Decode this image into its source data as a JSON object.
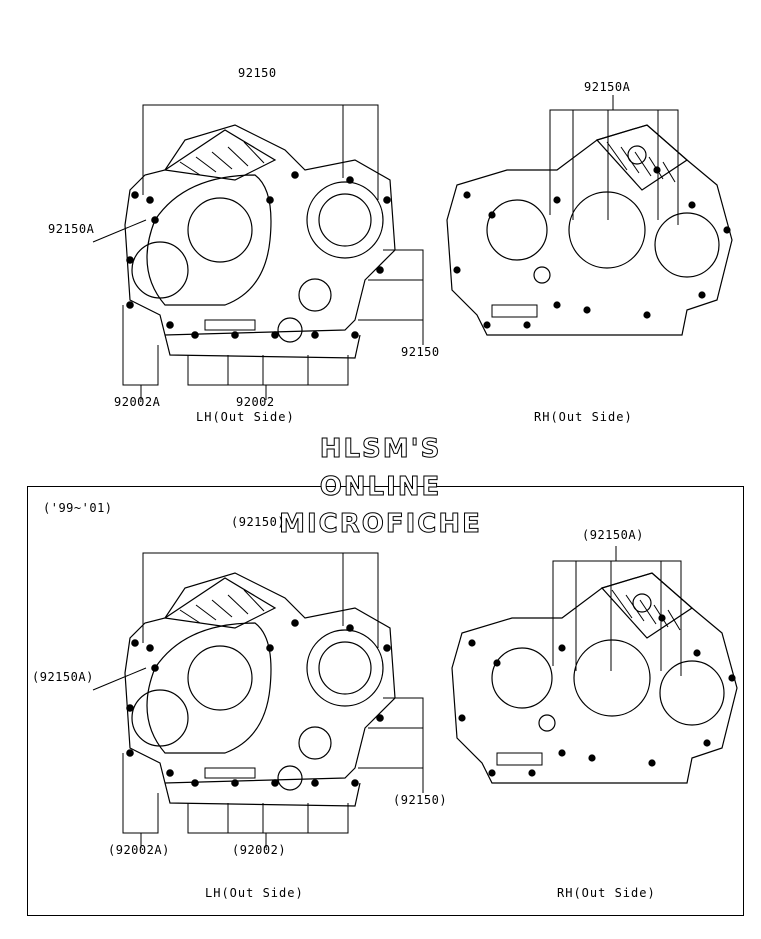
{
  "watermark": {
    "line1": "HLSM'S",
    "line2": "ONLINE",
    "line3": "MICROFICHE"
  },
  "top_section": {
    "lh": {
      "labels": {
        "a": "92150",
        "b": "92150A",
        "c": "92150",
        "d": "92002A",
        "e": "92002"
      },
      "caption": "LH(Out Side)"
    },
    "rh": {
      "labels": {
        "a": "92150A"
      },
      "caption": "RH(Out Side)"
    }
  },
  "bottom_section": {
    "year_range": "('99~'01)",
    "lh": {
      "labels": {
        "a": "(92150)",
        "b": "(92150A)",
        "c": "(92150)",
        "d": "(92002A)",
        "e": "(92002)"
      },
      "caption": "LH(Out Side)"
    },
    "rh": {
      "labels": {
        "a": "(92150A)"
      },
      "caption": "RH(Out Side)"
    }
  }
}
